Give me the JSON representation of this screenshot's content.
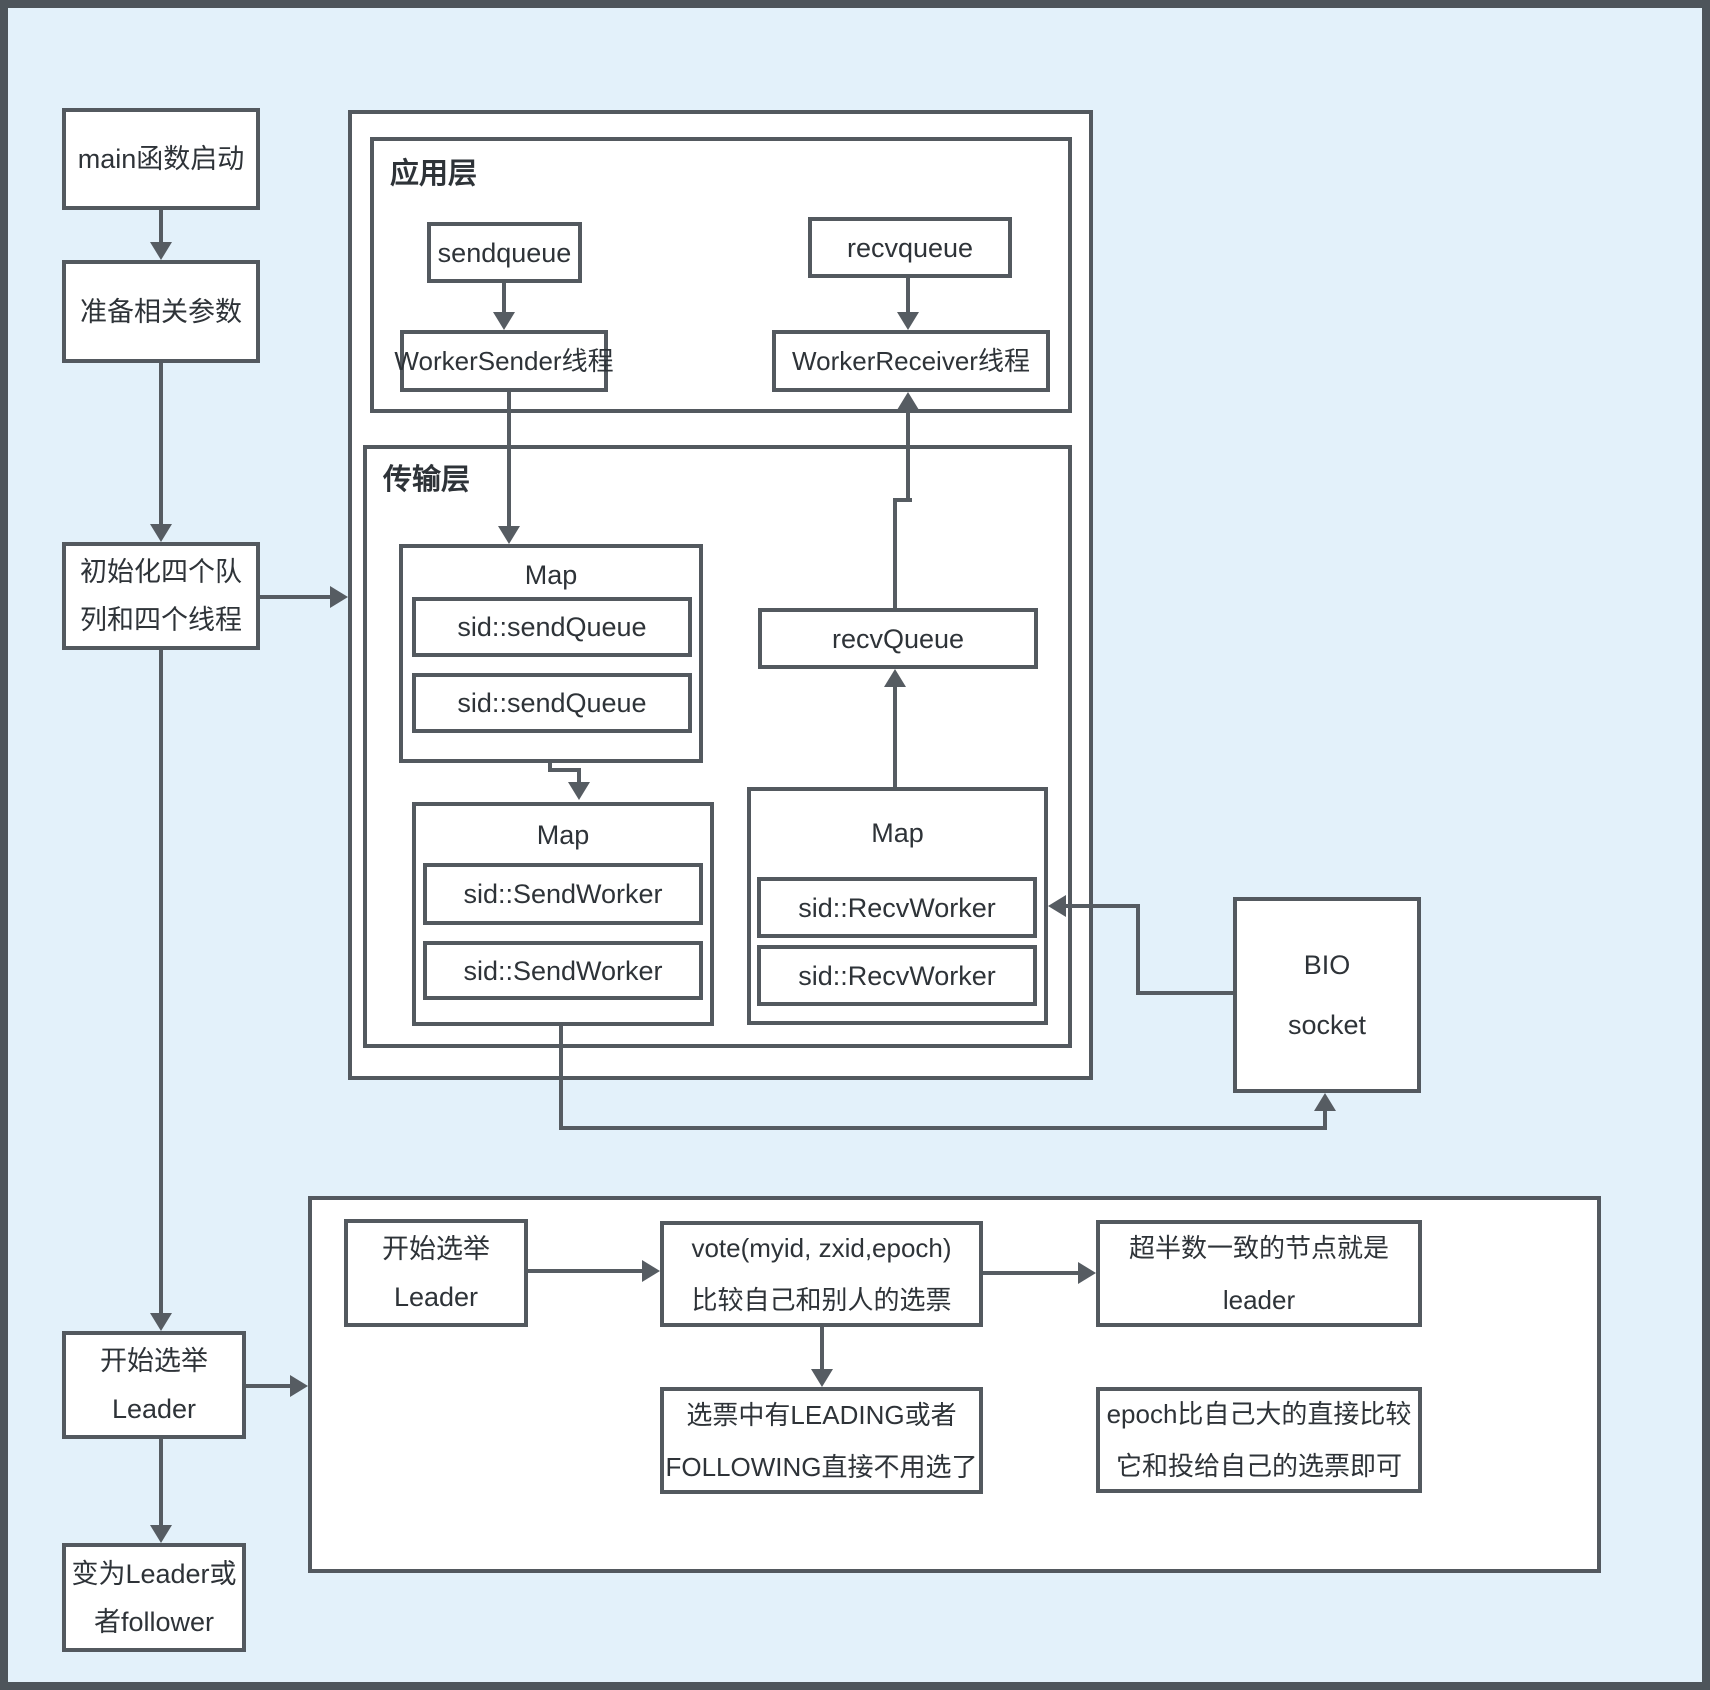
{
  "colors": {
    "canvas_bg": "#e3f1fa",
    "line": "#565c62",
    "border": "#53595f",
    "text": "#2e3338",
    "box_bg": "#ffffff"
  },
  "left_flow": {
    "main": "main函数启动",
    "prepare": "准备相关参数",
    "init": [
      "初始化四个队",
      "列和四个线程"
    ],
    "start_election": [
      "开始选举",
      "Leader"
    ],
    "become": [
      "变为Leader或",
      "者follower"
    ]
  },
  "top_structure": {
    "app_layer": {
      "label": "应用层",
      "sendqueue": "sendqueue",
      "recvqueue": "recvqueue",
      "worker_sender": "WorkerSender线程",
      "worker_receiver": "WorkerReceiver线程"
    },
    "transport_layer": {
      "label": "传输层",
      "send_queue_map": {
        "title": "Map",
        "rows": [
          "sid::sendQueue",
          "sid::sendQueue"
        ]
      },
      "send_worker_map": {
        "title": "Map",
        "rows": [
          "sid::SendWorker",
          "sid::SendWorker"
        ]
      },
      "recv_worker_map": {
        "title": "Map",
        "rows": [
          "sid::RecvWorker",
          "sid::RecvWorker"
        ]
      },
      "recv_queue": "recvQueue"
    },
    "bio_socket": [
      "BIO",
      "socket"
    ]
  },
  "election": {
    "start": [
      "开始选举",
      "Leader"
    ],
    "vote": [
      "vote(myid, zxid,epoch)",
      "比较自己和别人的选票"
    ],
    "majority": [
      "超半数一致的节点就是",
      "leader"
    ],
    "leading": [
      "选票中有LEADING或者",
      "FOLLOWING直接不用选了"
    ],
    "epoch": [
      "epoch比自己大的直接比较",
      "它和投给自己的选票即可"
    ]
  }
}
